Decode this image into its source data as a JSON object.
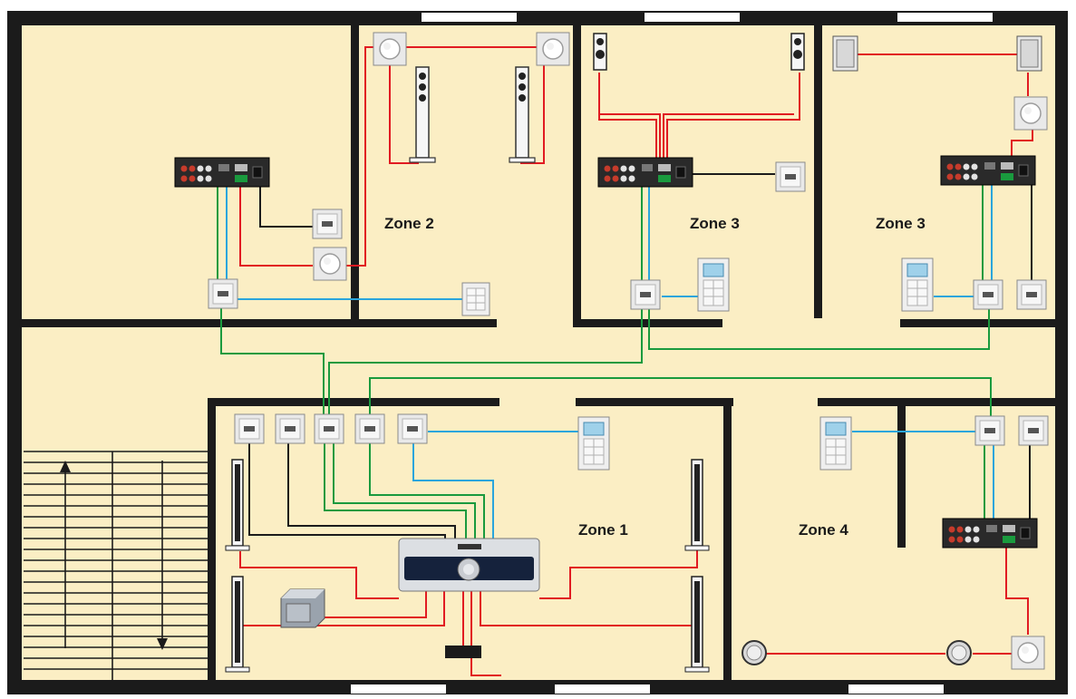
{
  "zones": [
    {
      "id": "zone2",
      "label": "Zone 2"
    },
    {
      "id": "zone3a",
      "label": "Zone 3"
    },
    {
      "id": "zone3b",
      "label": "Zone 3"
    },
    {
      "id": "zone1",
      "label": "Zone 1"
    },
    {
      "id": "zone4",
      "label": "Zone 4"
    }
  ],
  "colors": {
    "floor": "#fbeec4",
    "wall": "#1b1b1b",
    "speaker_wire": "#e11b22",
    "network_wire": "#1a9a3e",
    "control_wire": "#2aa5dc",
    "power_wire": "#1b1b1b",
    "window": "#ffffff"
  },
  "legend_semantics": {
    "red": "speaker cable",
    "green": "network cable",
    "blue": "keypad bus",
    "black": "power"
  },
  "devices": [
    {
      "type": "amplifier",
      "icon": "amplifier-icon",
      "room": "top-left"
    },
    {
      "type": "amplifier",
      "icon": "amplifier-icon",
      "room": "zone3a"
    },
    {
      "type": "amplifier",
      "icon": "amplifier-icon",
      "room": "zone3b"
    },
    {
      "type": "amplifier",
      "icon": "amplifier-icon",
      "room": "zone4"
    },
    {
      "type": "av-receiver",
      "icon": "receiver-icon",
      "room": "zone1"
    },
    {
      "type": "subwoofer",
      "icon": "subwoofer-icon",
      "room": "zone1"
    },
    {
      "type": "center-speaker",
      "icon": "speaker-icon",
      "room": "zone1"
    },
    {
      "type": "keypad",
      "icon": "keypad-icon",
      "room": "zone1"
    },
    {
      "type": "keypad",
      "icon": "keypad-icon",
      "room": "zone3a"
    },
    {
      "type": "keypad",
      "icon": "keypad-icon",
      "room": "zone3b"
    },
    {
      "type": "keypad",
      "icon": "keypad-icon",
      "room": "zone4"
    },
    {
      "type": "keypad",
      "icon": "keypad-icon",
      "room": "zone2"
    }
  ]
}
